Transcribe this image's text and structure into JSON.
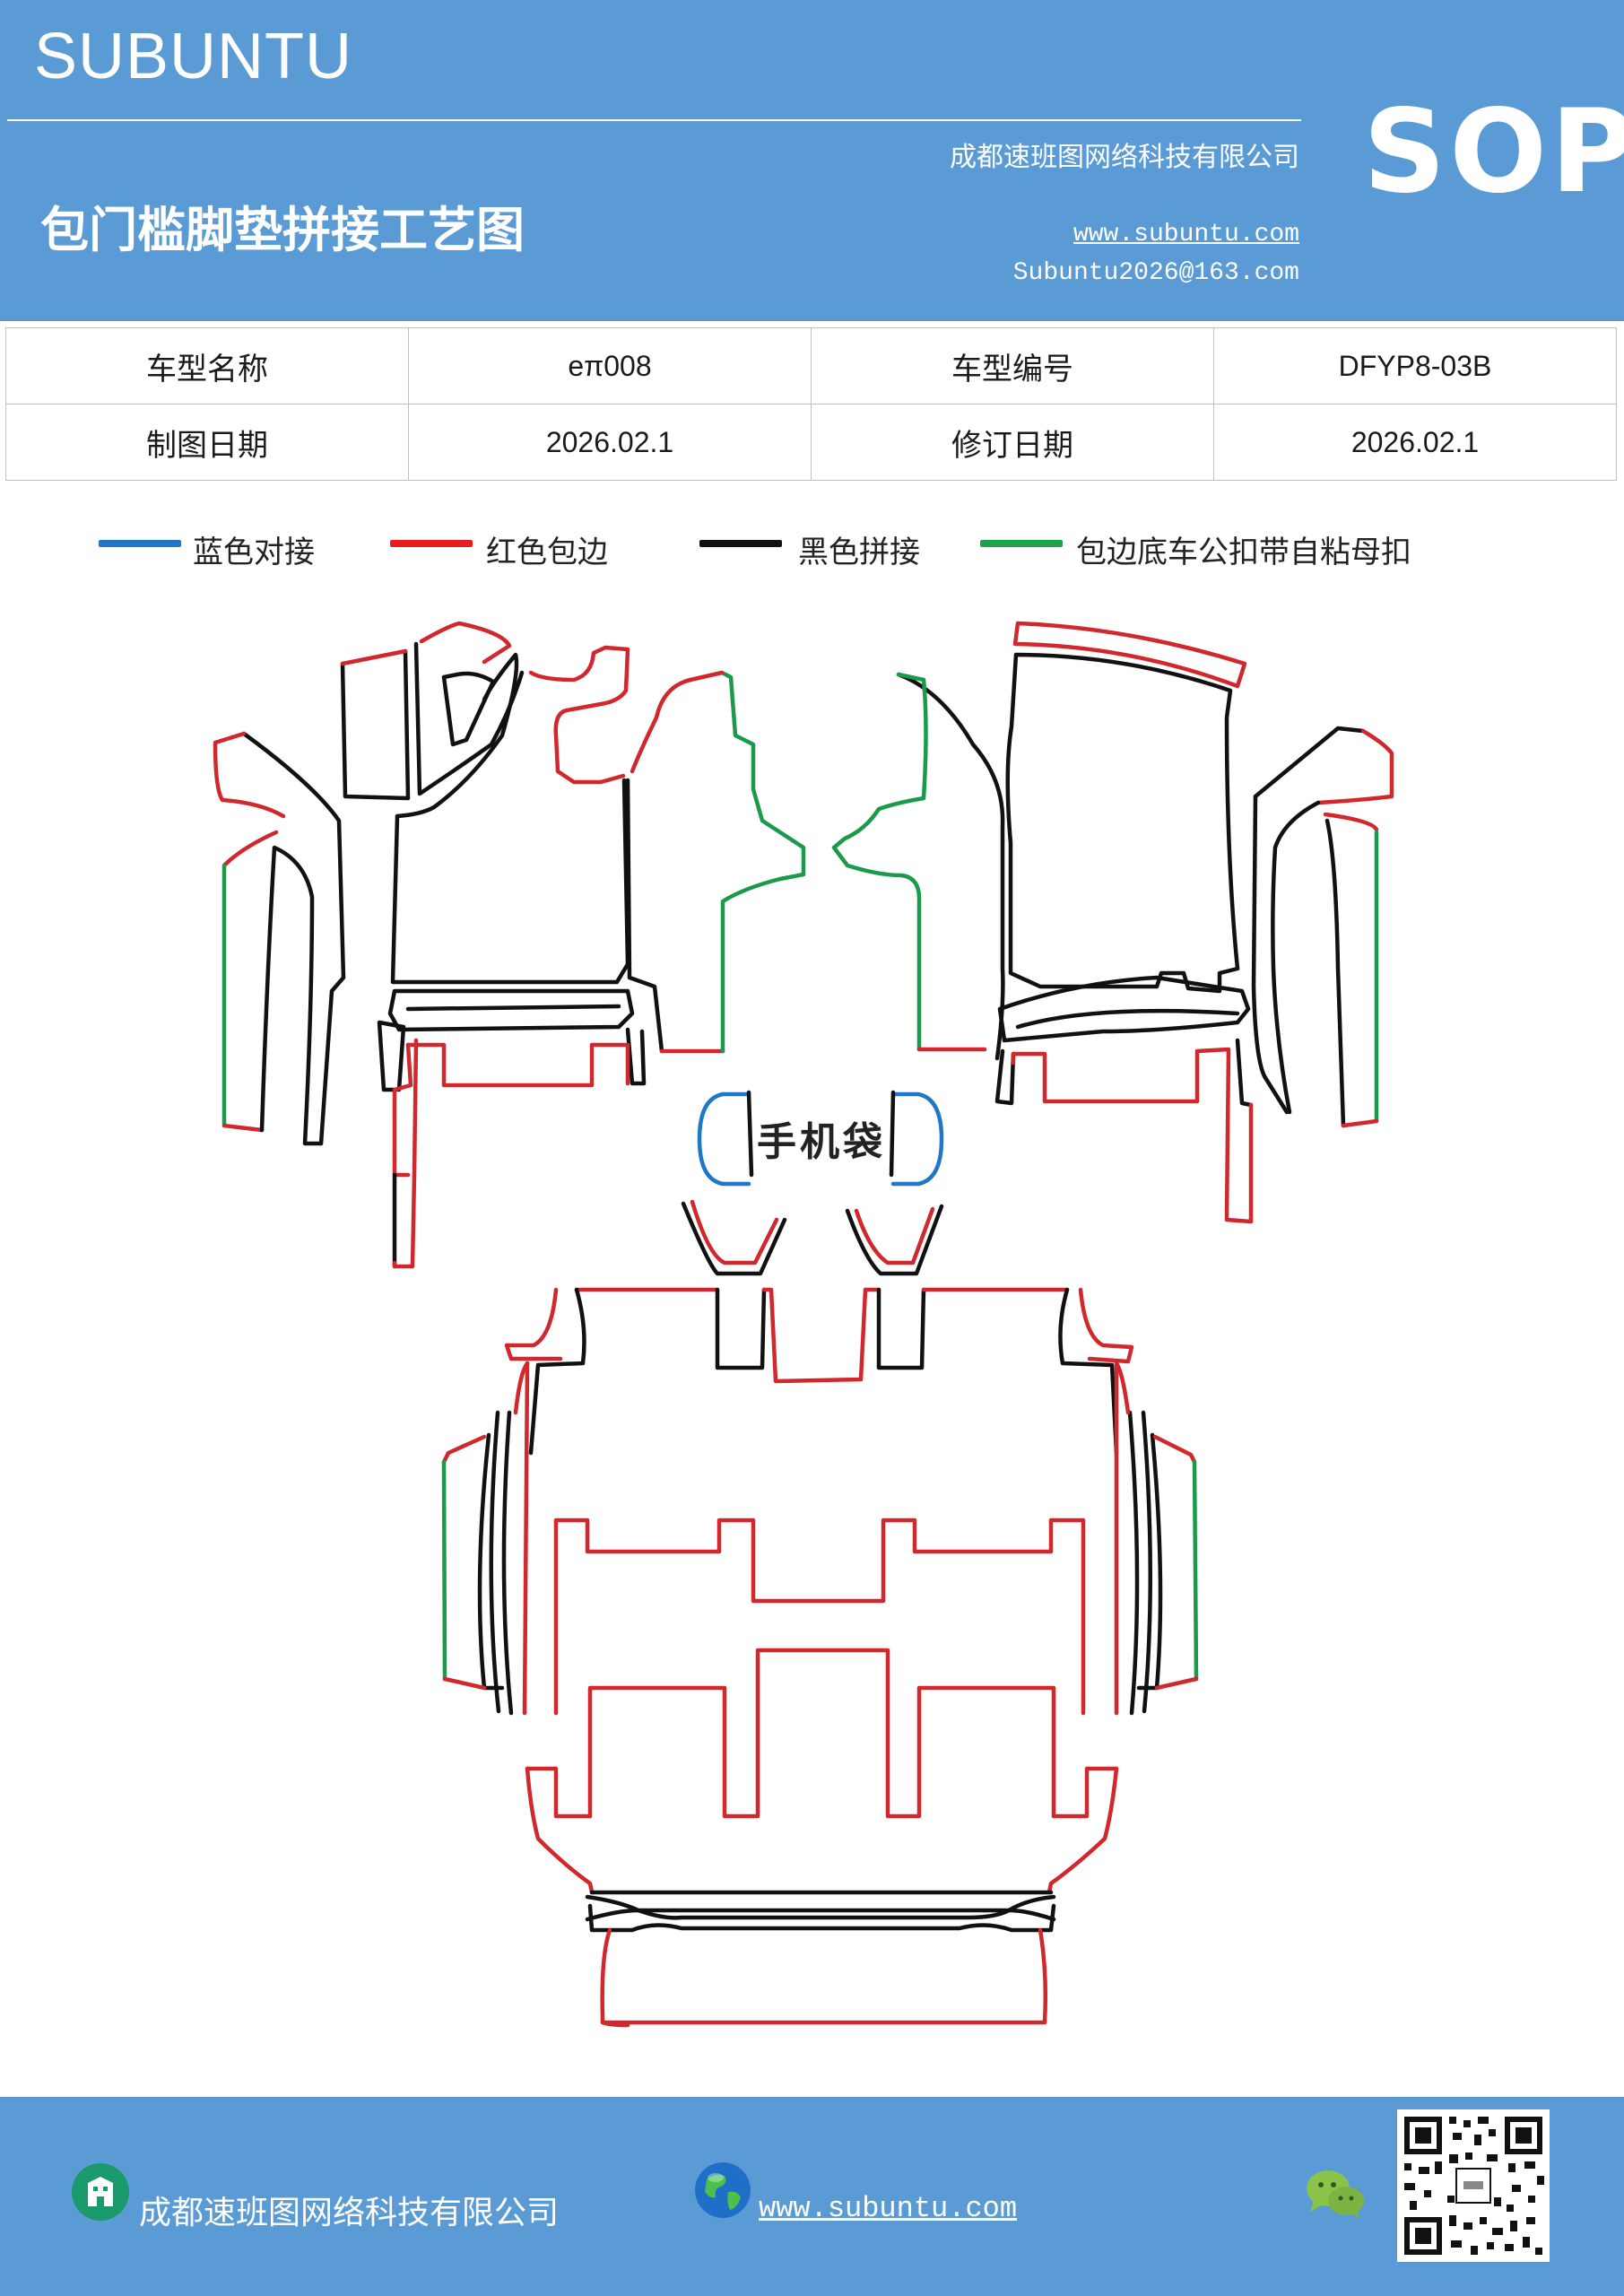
{
  "header": {
    "brand": "SUBUNTU",
    "badge": "SOP",
    "company": "成都速班图网络科技有限公司",
    "title": "包门槛脚垫拼接工艺图",
    "website": "www.subuntu.com",
    "email": "Subuntu2026@163.com"
  },
  "info_table": {
    "model_name_label": "车型名称",
    "model_name_value": "eπ008",
    "model_code_label": "车型编号",
    "model_code_value": "DFYP8-03B",
    "draw_date_label": "制图日期",
    "draw_date_value": "2026.02.1",
    "revise_date_label": "修订日期",
    "revise_date_value": "2026.02.1"
  },
  "legend": [
    {
      "label": "蓝色对接",
      "color": "#1f77c8"
    },
    {
      "label": "红色包边",
      "color": "#e81e1e"
    },
    {
      "label": "黑色拼接",
      "color": "#111111"
    },
    {
      "label": "包边底车公扣带自粘母扣",
      "color": "#1aa34a"
    }
  ],
  "diagram": {
    "phone_bag_label": "手机袋",
    "colors": {
      "blue": "#1f77c8",
      "red": "#d0282c",
      "black": "#111111",
      "green": "#1a9a4a"
    }
  },
  "footer": {
    "company": "成都速班图网络科技有限公司",
    "website": "www.subuntu.com",
    "icons": [
      "building-icon",
      "globe-icon",
      "wechat-icon",
      "qr-code"
    ]
  }
}
